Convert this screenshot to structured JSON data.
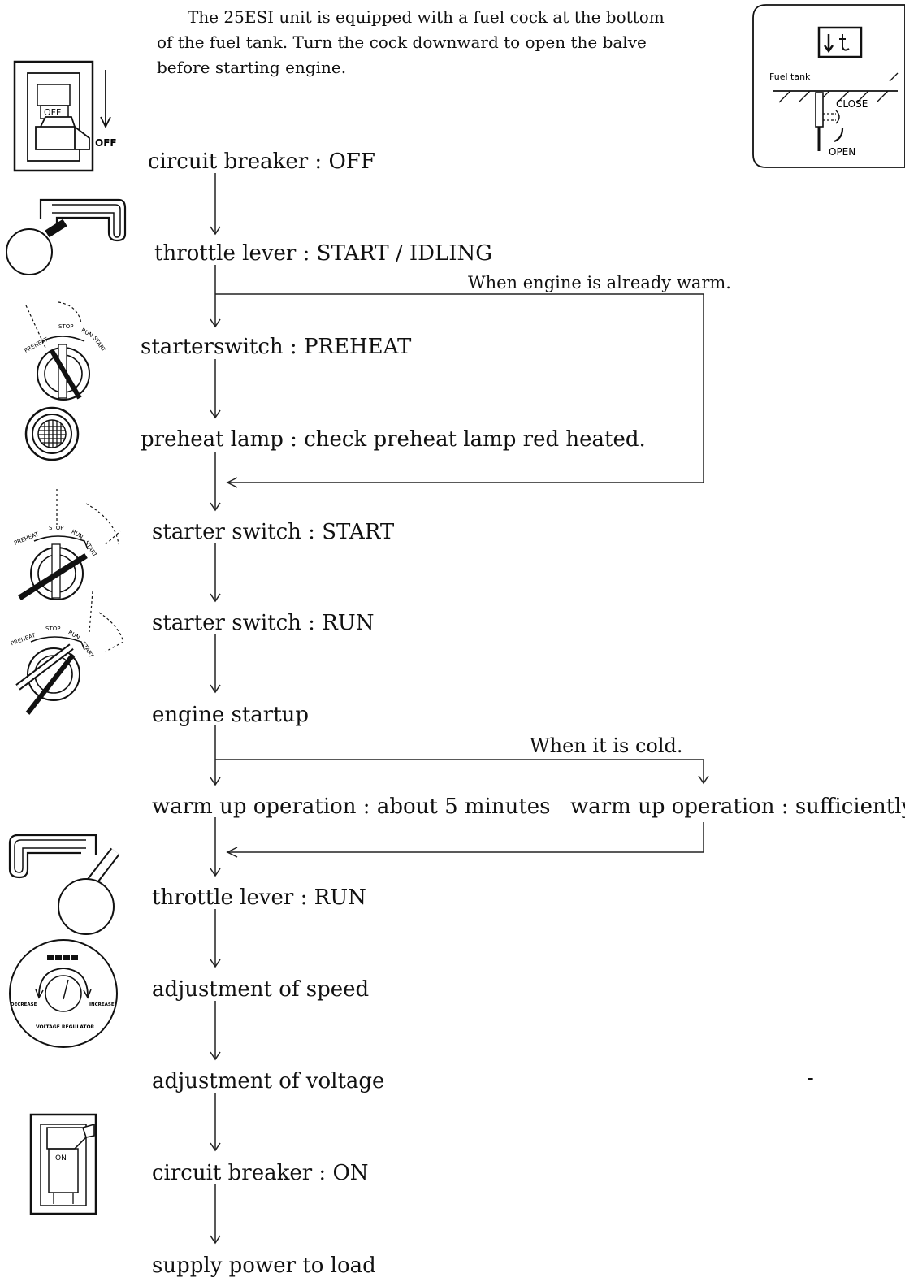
{
  "intro": {
    "line1": "The 25ESI unit is equipped with a fuel cock at the bottom",
    "line2": "of the fuel tank.   Turn the cock downward to open the balve",
    "line3": "before starting engine."
  },
  "fuel_cock_figure": {
    "tank_label": "Fuel tank",
    "close_label": "CLOSE",
    "open_label": "OPEN"
  },
  "icons": {
    "breaker_off_label": "OFF",
    "breaker_on_label": "ON",
    "switch_preheat": "PREHEAT",
    "switch_stop": "STOP",
    "switch_run": "RUN",
    "switch_start": "START",
    "regulator_label": "VOLTAGE REGULATOR",
    "regulator_decrease": "DECREASE",
    "regulator_increase": "INCREASE"
  },
  "flow": {
    "steps": [
      "circuit breaker : OFF",
      "throttle lever : START / IDLING",
      "starterswitch : PREHEAT",
      "preheat lamp : check preheat lamp red heated.",
      "starter switch : START",
      "starter switch : RUN",
      "engine startup",
      "warm up operation :   about 5 minutes",
      "throttle lever : RUN",
      "adjustment of speed",
      "adjustment of voltage",
      "circuit breaker : ON",
      "supply power to load"
    ],
    "bypass_warm_note": "When engine is already warm.",
    "cold_note": "When it is cold.",
    "cold_branch_step": "warm up operation : sufficiently",
    "stray_dash": "-"
  }
}
